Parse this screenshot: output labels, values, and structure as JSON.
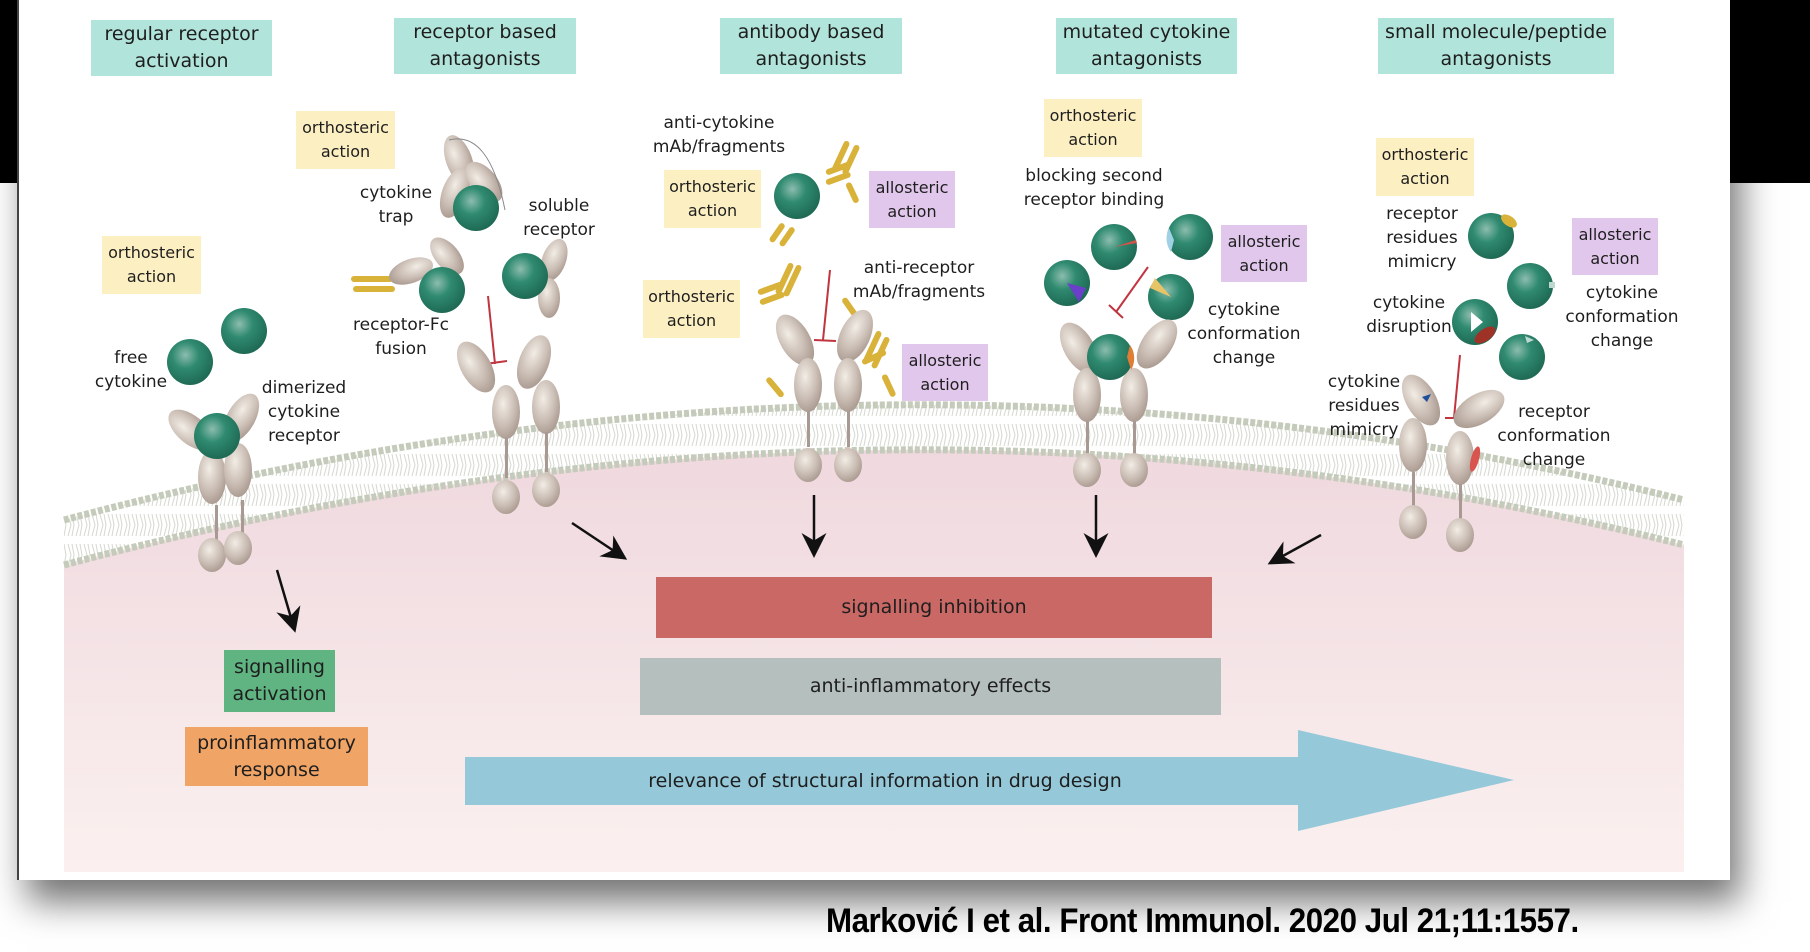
{
  "headers": [
    "regular receptor\nactivation",
    "receptor based\nantagonists",
    "antibody based\nantagonists",
    "mutated cytokine\nantagonists",
    "small molecule/peptide\nantagonists"
  ],
  "action_tags": {
    "orthosteric": "orthosteric\naction",
    "allosteric": "allosteric\naction"
  },
  "labels": {
    "free_cytokine": "free\ncytokine",
    "dimerized_receptor": "dimerized\ncytokine\nreceptor",
    "cytokine_trap": "cytokine\ntrap",
    "soluble_receptor": "soluble\nreceptor",
    "receptor_fc": "receptor-Fc\nfusion",
    "anti_cytokine": "anti-cytokine\nmAb/fragments",
    "anti_receptor": "anti-receptor\nmAb/fragments",
    "blocking_second": "blocking second\nreceptor binding",
    "cytokine_conf_change_mut": "cytokine\nconformation\nchange",
    "receptor_residues_mimicry": "receptor\nresidues\nmimicry",
    "cytokine_disruption": "cytokine\ndisruption",
    "cytokine_conf_change_sm": "cytokine\nconformation\nchange",
    "cytokine_residues_mimicry": "cytokine\nresidues\nmimicry",
    "receptor_conf_change": "receptor\nconformation\nchange"
  },
  "outcomes": {
    "signalling_activation": "signalling\nactivation",
    "proinflammatory": "proinflammatory\nresponse",
    "signalling_inhibition": "signalling inhibition",
    "anti_inflammatory": "anti-inflammatory effects",
    "relevance": "relevance of structural information in drug design"
  },
  "citation": "Marković I et al. Front Immunol. 2020 Jul 21;11:1557.",
  "colors": {
    "header_teal": "#b1e4da",
    "orthosteric_yellow": "#fcefc2",
    "allosteric_purple": "#e2c7ec",
    "cytokine_green": "#2e8a70",
    "receptor_beige": "#c9bcb3",
    "antibody_gold": "#d9b23a",
    "inhibition_red": "#c96865",
    "anti_inflammatory_gray": "#b5bfbd",
    "relevance_blue": "#95c9d9",
    "activation_green": "#5fb482",
    "proinflammatory_orange": "#f0a466",
    "cell_pink": "#f5e3e6"
  }
}
